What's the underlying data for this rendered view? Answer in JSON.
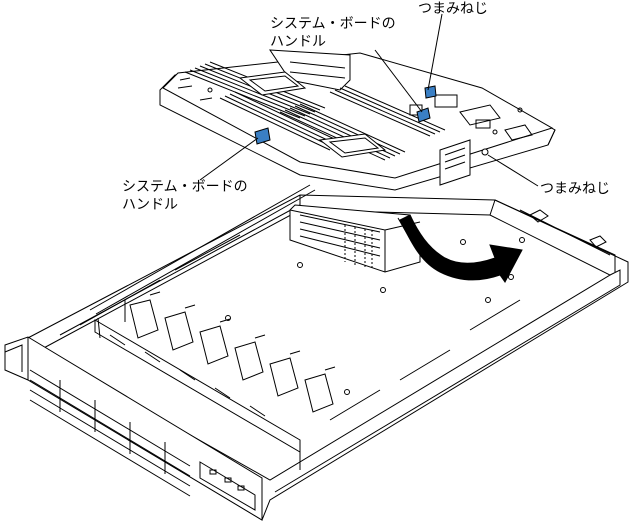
{
  "callouts": {
    "handle_top": {
      "line1": "システム・ボードの",
      "line2": "ハンドル"
    },
    "thumbscrew_top": "つまみねじ",
    "handle_left": {
      "line1": "システム・ボードの",
      "line2": "ハンドル"
    },
    "thumbscrew_right": "つまみねじ"
  },
  "colors": {
    "line": "#000000",
    "handle_accent": "#3a7fc4",
    "board": "#ffffff",
    "shade": "#cfcfcf"
  },
  "icons": [
    "rotate-arrow-icon"
  ]
}
